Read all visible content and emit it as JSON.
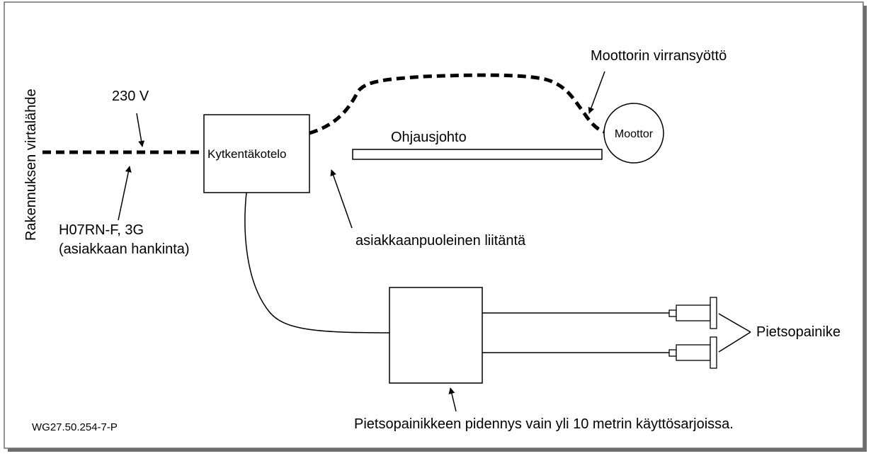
{
  "labels": {
    "source": "Rakennuksen virtalähde",
    "voltage": "230 V",
    "cable_type": "H07RN-F, 3G",
    "cable_note": "(asiakkaan hankinta)",
    "junction_box": "Kytkentäkotelo",
    "control_cable": "Ohjausjohto",
    "motor": "Moottor",
    "motor_supply": "Moottorin virransyöttö",
    "customer_connection": "asiakkaanpuoleinen liitäntä",
    "piezo_button": "Pietsopainike",
    "extension_note": "Pietsopainikkeen pidennys vain yli 10 metrin käyttösarjoissa.",
    "drawing_id": "WG27.50.254-7-P"
  },
  "colors": {
    "line": "#000000",
    "frame": "#6e6e6e",
    "background": "#ffffff"
  }
}
